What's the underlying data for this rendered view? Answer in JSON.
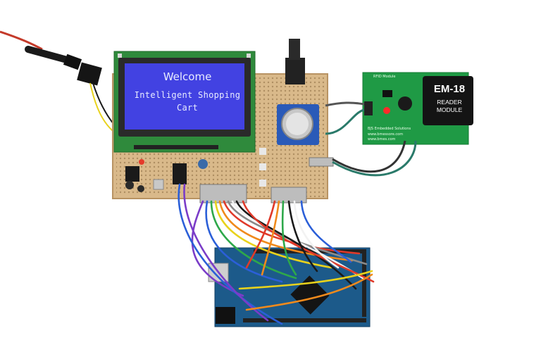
{
  "lcd": {
    "title": "Welcome",
    "line1": "Intelligent Shopping",
    "line2": "Cart"
  },
  "rfid_module": {
    "header": "RFID Module",
    "maker": "BJS Embedded Solutions",
    "site1": "www.bmessore.com",
    "site2": "www.bmes.com",
    "chip_title": "EM-18",
    "chip_line1": "READER",
    "chip_line2": "MODULE"
  },
  "colors": {
    "lcd_screen": "#3a3ad8",
    "lcd_bezel": "#2a2a2a",
    "lcd_pcb": "#2f8a3c",
    "perfboard": "#d9b98a",
    "rfid_pcb": "#1f9a45",
    "arduino_pcb": "#1c5a8a",
    "wire_red": "#e03a2a",
    "wire_orange": "#f08a1c",
    "wire_yellow": "#e8d21c",
    "wire_green": "#2ea84a",
    "wire_blue": "#2b5fd8",
    "wire_purple": "#7a3cc8",
    "wire_white": "#f2f2f2",
    "wire_gray": "#8a8a8a",
    "wire_black": "#1a1a1a"
  }
}
